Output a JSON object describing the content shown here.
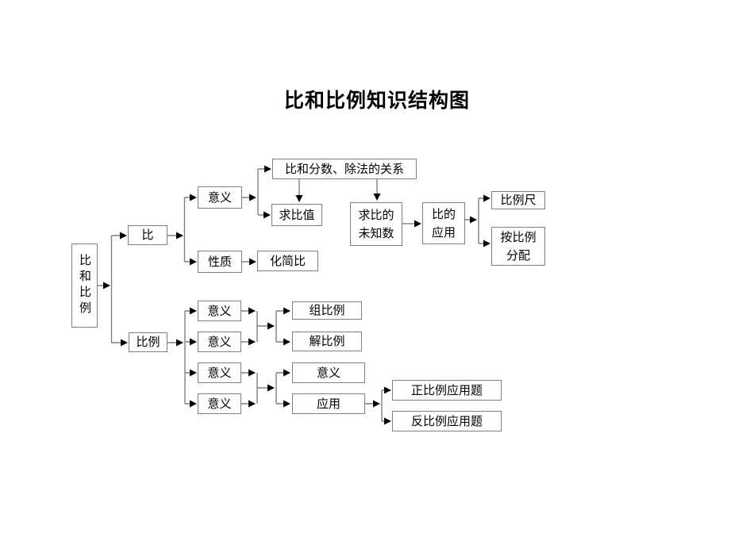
{
  "title": "比和比例知识结构图",
  "colors": {
    "background": "#ffffff",
    "box_border": "#7f7f7f",
    "connector_line": "#7f7f7f",
    "arrowhead": "#000000",
    "text": "#000000"
  },
  "nodes": {
    "root": {
      "label": "比和比例"
    },
    "bi": {
      "label": "比"
    },
    "bili": {
      "label": "比例"
    },
    "bi_yiyi": {
      "label": "意义"
    },
    "bi_xingzhi": {
      "label": "性质"
    },
    "guanxi": {
      "label": "比和分数、除法的关系"
    },
    "qiubizhi": {
      "label": "求比值"
    },
    "huajianbi": {
      "label": "化简比"
    },
    "weizhishu": {
      "label": "求比的\n未知数"
    },
    "bideyingyong": {
      "label": "比的\n应用"
    },
    "bilichi": {
      "label": "比例尺"
    },
    "anbilifenpei": {
      "label": "按比例\n分配"
    },
    "bili_yiyi_1": {
      "label": "意义"
    },
    "bili_yiyi_2": {
      "label": "意义"
    },
    "bili_yiyi_3": {
      "label": "意义"
    },
    "bili_yiyi_4": {
      "label": "意义"
    },
    "zubili": {
      "label": "组比例"
    },
    "jiebili": {
      "label": "解比例"
    },
    "zfb_yiyi": {
      "label": "意义"
    },
    "zfb_yingyong": {
      "label": "应用"
    },
    "zhengbili_yongti": {
      "label": "正比例应用题"
    },
    "fanbili_yongti": {
      "label": "反比例应用题"
    }
  }
}
